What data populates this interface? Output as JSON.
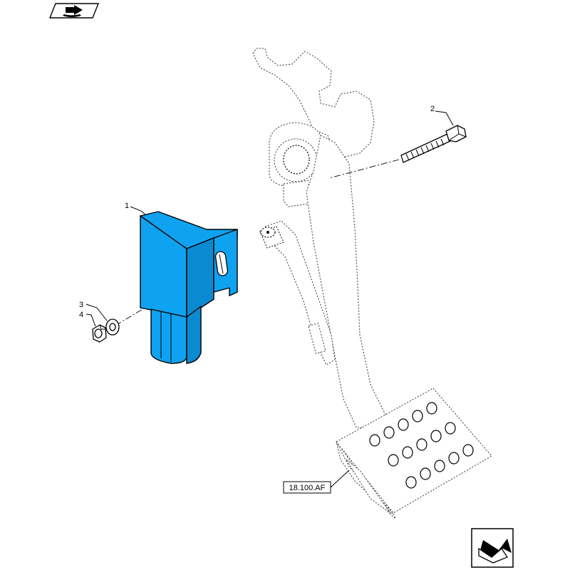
{
  "callouts": {
    "c1": "1",
    "c2": "2",
    "c3": "3",
    "c4": "4"
  },
  "reference_label": "18.100.AF",
  "icons": {
    "top_left": "book-arrow-icon",
    "bottom_right": "next-page-arrow-icon"
  },
  "colors": {
    "highlight_part": "#0fa2f0"
  }
}
